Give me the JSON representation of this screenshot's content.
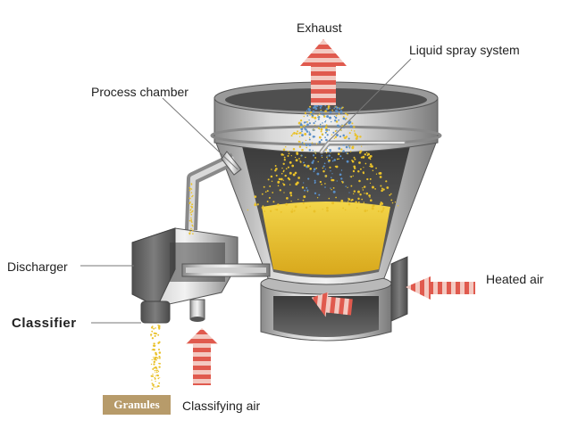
{
  "labels": {
    "exhaust": "Exhaust",
    "liquid_spray_system": "Liquid spray system",
    "process_chamber": "Process chamber",
    "discharger": "Discharger",
    "classifier": "Classifier",
    "heated_air": "Heated air",
    "classifying_air": "Classifying air",
    "granules": "Granules"
  },
  "colors": {
    "arrow_stripe_red": "#e05a4e",
    "arrow_stripe_light": "#f3c9c1",
    "granule_yellow": "#e9c12a",
    "spray_blue": "#5b8fc7",
    "granules_badge": "#b79b6a",
    "metal_light": "#d9d9d9",
    "metal_dark": "#6b6b6b"
  }
}
